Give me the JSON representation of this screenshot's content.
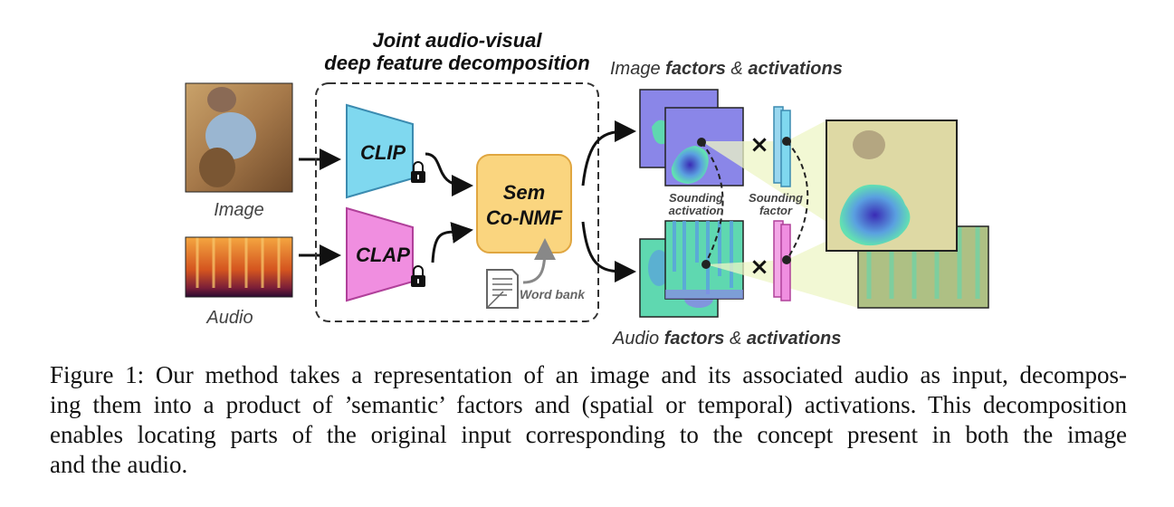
{
  "figure": {
    "title_line1": "Joint audio-visual",
    "title_line2": "deep feature decomposition",
    "image_label": "Image",
    "audio_label": "Audio",
    "clip_label": "CLIP",
    "clap_label": "CLAP",
    "sem_line1": "Sem",
    "sem_line2": "Co-NMF",
    "word_bank_label": "Word bank",
    "image_fa": {
      "prefix": "Image ",
      "factors": "factors",
      "amp": " & ",
      "activations": "activations"
    },
    "audio_fa": {
      "prefix": "Audio ",
      "factors": "factors",
      "amp": " & ",
      "activations": "activations"
    },
    "sounding_activation_1": "Sounding",
    "sounding_activation_2": "activation",
    "sounding_factor_1": "Sounding",
    "sounding_factor_2": "factor",
    "times_symbol": "×",
    "colors": {
      "clip": "#7fd8ef",
      "clap": "#f08ee0",
      "sem": "#fad57f",
      "heat_bg": "#8a86e8",
      "heat_fg": "#5fd8b0",
      "highlight": "#eef5c6"
    }
  },
  "caption": {
    "line1": "Figure 1: Our method takes a representation of an image and its associated audio as input, decompos-",
    "line2": "ing them into a product of ’semantic’ factors and (spatial or temporal) activations. This decomposition",
    "line3": "enables locating parts of the original input corresponding to the concept present in both the image",
    "line4": "and the audio."
  }
}
